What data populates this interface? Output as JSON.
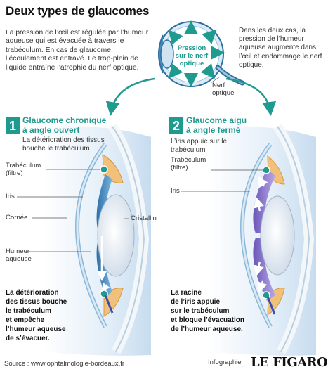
{
  "title": "Deux types de glaucomes",
  "intro": "La pression de l’œil est régulée par l’humeur aqueuse qui est évacuée à travers le trabéculum. En cas de glaucome, l’écoulement est entravé. Le trop-plein de liquide entraîne l’atrophie du nerf optique.",
  "eye_label": "Pression sur le nerf optique",
  "nerve_label": "Nerf optique",
  "side_text": "Dans les deux cas, la pression de l’humeur aqueuse augmente dans l’œil et endommage le nerf optique.",
  "panels": [
    {
      "number": "1",
      "title_line1": "Glaucome chronique",
      "title_line2": "à angle ouvert",
      "subtitle": "La détérioration des tissus bouche le trabéculum",
      "labels": {
        "trabeculum": "Trabéculum",
        "trabeculum_sub": "(filtre)",
        "iris": "Iris",
        "cornee": "Cornée",
        "cristallin": "Cristallin",
        "humeur_line1": "Humeur",
        "humeur_line2": "aqueuse"
      },
      "caption": [
        "La détérioration",
        "des tissus bouche",
        "le trabéculum",
        "et empêche",
        "l’humeur aqueuse",
        "de s’évacuer."
      ]
    },
    {
      "number": "2",
      "title_line1": "Glaucome aigu",
      "title_line2": "à angle fermé",
      "subtitle": "L’iris appuie sur le trabéculum",
      "labels": {
        "trabeculum": "Trabéculum",
        "trabeculum_sub": "(filtre)",
        "iris": "Iris"
      },
      "caption": [
        "La racine",
        "de l’iris appuie",
        "sur le trabéculum",
        "et bloque l’évacuation",
        "de l’humeur aqueuse."
      ]
    }
  ],
  "source": "Source : www.ophtalmologie-bordeaux.fr",
  "credit": "Infographie",
  "logo": "LE FIGARO",
  "colors": {
    "accent": "#1f9a8f",
    "iris_open": "#4a8fc4",
    "iris_closed": "#8a78c8",
    "lens": "#e8eef5",
    "tissue": "#f1c07a"
  }
}
